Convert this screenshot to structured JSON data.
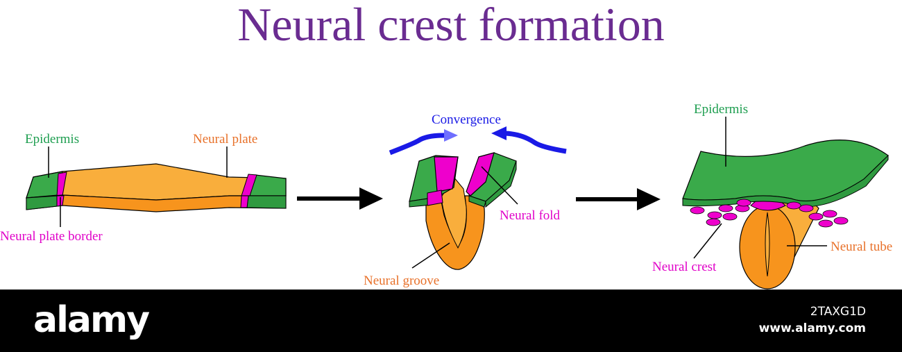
{
  "title": "Neural crest formation",
  "colors": {
    "title": "#6a2c91",
    "epidermis": "#3aaa4a",
    "neural_plate": "#f9ae3c",
    "neural_plate_dark": "#f7941d",
    "border_magenta": "#ee00cc",
    "convergence_blue": "#1a1ae6",
    "label_green": "#1e9e50",
    "label_orange": "#e8712a",
    "label_magenta": "#e000c8"
  },
  "stage1": {
    "epidermis_label": "Epidermis",
    "neural_plate_label": "Neural plate",
    "neural_plate_border_label": "Neural plate border"
  },
  "stage2": {
    "convergence_label": "Convergence",
    "neural_fold_label": "Neural fold",
    "neural_groove_label": "Neural groove"
  },
  "stage3": {
    "epidermis_label": "Epidermis",
    "neural_crest_label": "Neural crest",
    "neural_tube_label": "Neural tube"
  },
  "arrows": [
    "arrow-right-icon",
    "arrow-right-icon"
  ],
  "footer": {
    "logo": "alamy",
    "image_id": "2TAXG1D",
    "site": "www.alamy.com"
  }
}
